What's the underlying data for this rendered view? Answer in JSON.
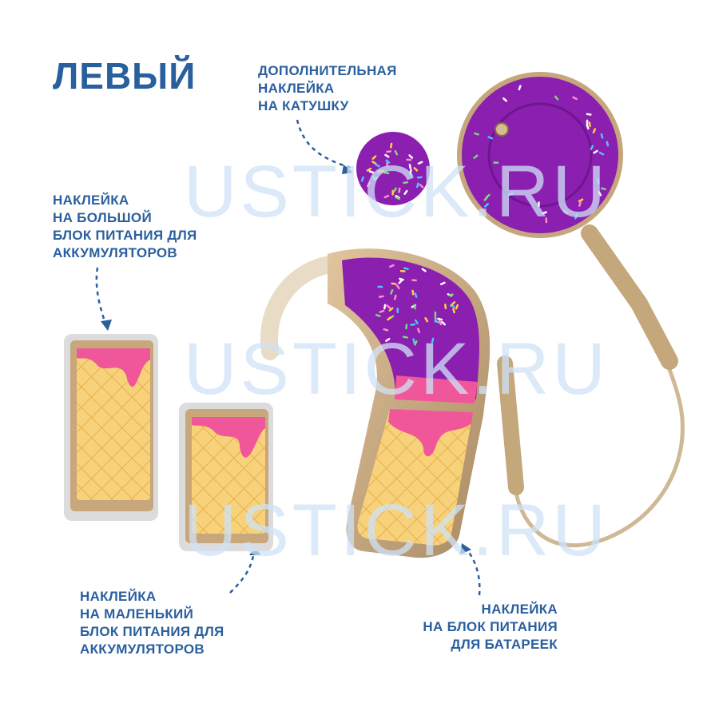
{
  "title": "ЛЕВЫЙ",
  "watermark": "USTICK.RU",
  "labels": {
    "coil_extra": [
      "ДОПОЛНИТЕЛЬНАЯ",
      "НАКЛЕЙКА",
      "НА КАТУШКУ"
    ],
    "big_battery": [
      "НАКЛЕЙКА",
      "НА БОЛЬШОЙ",
      "БЛОК ПИТАНИЯ ДЛЯ",
      "АККУМУЛЯТОРОВ"
    ],
    "small_battery": [
      "НАКЛЕЙКА",
      "НА МАЛЕНЬКИЙ",
      "БЛОК ПИТАНИЯ ДЛЯ",
      "АККУМУЛЯТОРОВ"
    ],
    "battery_pack": [
      "НАКЛЕЙКА",
      "НА БЛОК ПИТАНИЯ",
      "ДЛЯ БАТАРЕЕК"
    ]
  },
  "colors": {
    "text": "#2a5f9e",
    "purple": "#8b1fb0",
    "pink": "#f0569a",
    "waffle": "#f7d27a",
    "gold": "#c8a77c",
    "cable": "#cfb896"
  }
}
